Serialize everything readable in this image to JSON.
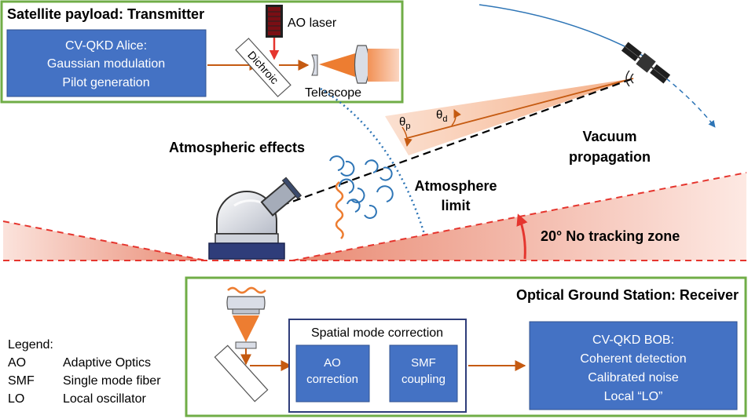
{
  "transmitter": {
    "title": "Satellite payload: Transmitter",
    "alice_lines": [
      "CV-QKD Alice:",
      "Gaussian modulation",
      "Pilot generation"
    ],
    "ao_laser_label": "AO laser",
    "dichroic_label": "Dichroic",
    "telescope_label": "Telescope"
  },
  "space": {
    "theta_p": "θp",
    "theta_d": "θd",
    "vacuum_line1": "Vacuum",
    "vacuum_line2": "propagation",
    "atmospheric_effects": "Atmospheric effects",
    "atmosphere_line1": "Atmosphere",
    "atmosphere_line2": "limit",
    "no_tracking": "20° No tracking zone"
  },
  "receiver": {
    "title": "Optical Ground Station: Receiver",
    "spatial_title": "Spatial mode correction",
    "ao_correction_lines": [
      "AO",
      "correction"
    ],
    "smf_coupling_lines": [
      "SMF",
      "coupling"
    ],
    "bob_lines": [
      "CV-QKD BOB:",
      "Coherent detection",
      "Calibrated noise",
      "Local “LO”"
    ]
  },
  "legend": {
    "title": "Legend:",
    "items": [
      {
        "abbr": "AO",
        "desc": "Adaptive Optics"
      },
      {
        "abbr": "SMF",
        "desc": "Single mode fiber"
      },
      {
        "abbr": "LO",
        "desc": "Local oscillator"
      }
    ]
  },
  "colors": {
    "green_border": "#70ad47",
    "blue_box": "#4472c4",
    "navy_border": "#2f3d7a",
    "orange": "#c55a11",
    "red": "#e5352e",
    "beam": "#f4b183"
  }
}
